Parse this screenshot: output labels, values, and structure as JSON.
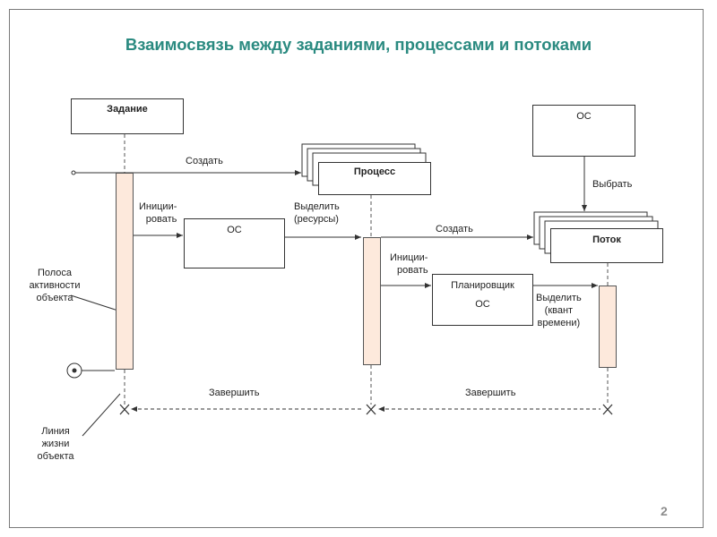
{
  "title": "Взаимосвязь между заданиями, процессами и потоками",
  "page_number": "2",
  "boxes": {
    "job": "Задание",
    "process": "Процесс",
    "thread": "Поток",
    "os_top": "ОС",
    "os_mid": "ОС",
    "scheduler_line1": "Планировщик",
    "scheduler_line2": "ОС"
  },
  "labels": {
    "create_process": "Создать",
    "init_1_line1": "Иниции-",
    "init_1_line2": "ровать",
    "allocate_res_line1": "Выделить",
    "allocate_res_line2": "(ресурсы)",
    "create_thread": "Создать",
    "select": "Выбрать",
    "init_2_line1": "Иниции-",
    "init_2_line2": "ровать",
    "allocate_quantum_line1": "Выделить",
    "allocate_quantum_line2": "(квант",
    "allocate_quantum_line3": "времени)",
    "terminate_1": "Завершить",
    "terminate_2": "Завершить",
    "activity_bar_line1": "Полоса",
    "activity_bar_line2": "активности",
    "activity_bar_line3": "объекта",
    "lifeline_line1": "Линия",
    "lifeline_line2": "жизни",
    "lifeline_line3": "объекта"
  },
  "colors": {
    "title": "#2a8a80",
    "activation_bar": "#fde9dc",
    "line": "#333333"
  }
}
